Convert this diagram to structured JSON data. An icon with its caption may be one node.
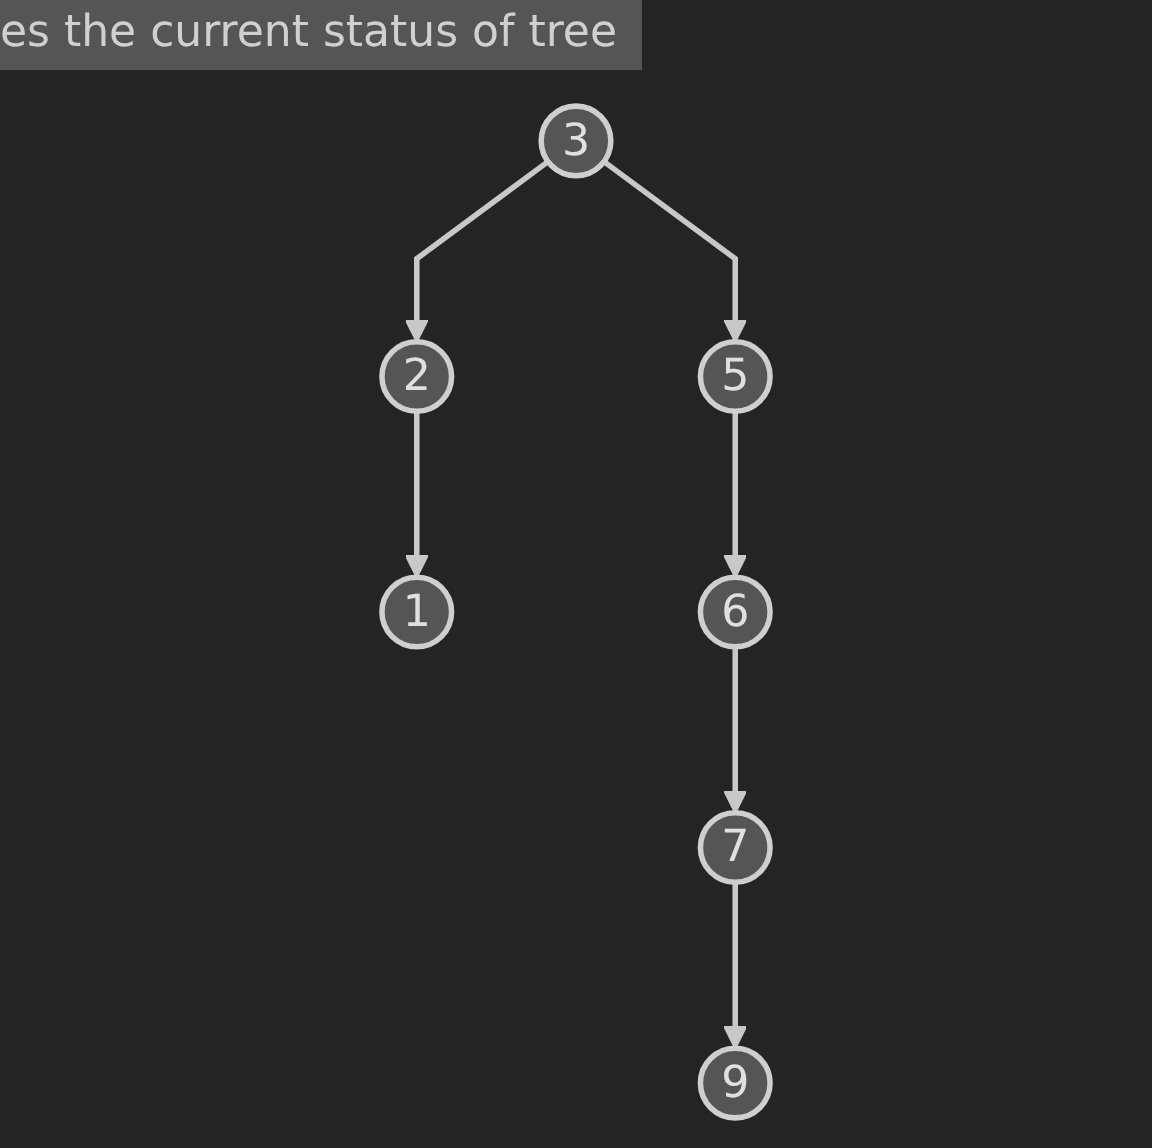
{
  "diagram": {
    "nodes": [
      {
        "text": [
          "3"
        ]
      },
      {
        "text": [
          "2"
        ]
      },
      {
        "text": [
          "5"
        ]
      },
      {
        "text": [
          "1"
        ]
      },
      {
        "text": [
          "6"
        ]
      },
      {
        "text": [
          "7"
        ]
      },
      {
        "text": [
          "9"
        ]
      }
    ],
    "edges": [
      {
        "from": 0,
        "to": 1,
        "arrow": "to"
      },
      {
        "from": 0,
        "to": 2,
        "arrow": "to"
      },
      {
        "from": 1,
        "to": 3,
        "arrow": "to"
      },
      {
        "from": 2,
        "to": 4,
        "arrow": "to"
      },
      {
        "from": 4,
        "to": 5,
        "arrow": "to"
      },
      {
        "from": 5,
        "to": 6,
        "arrow": "to"
      }
    ],
    "labels": [
      "es the current status of tree"
    ]
  }
}
